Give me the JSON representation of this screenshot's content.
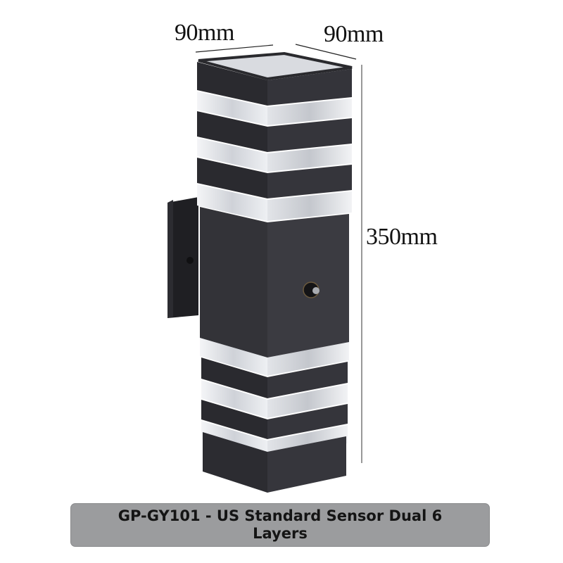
{
  "image": {
    "subject": "Square outdoor wall lamp with photocell sensor, dual up/down, 6 acrylic light layers",
    "colors": {
      "body": "#2b2b30",
      "body_side": "#3a3a40",
      "glass": "#e6e8ec",
      "caption_bg": "#9b9c9e",
      "caption_text": "#141414",
      "background": "#ffffff"
    }
  },
  "dimensions": {
    "width_left": "90mm",
    "width_right": "90mm",
    "height": "350mm"
  },
  "caption": {
    "text": "GP-GY101 - US Standard Sensor Dual 6 Layers"
  }
}
